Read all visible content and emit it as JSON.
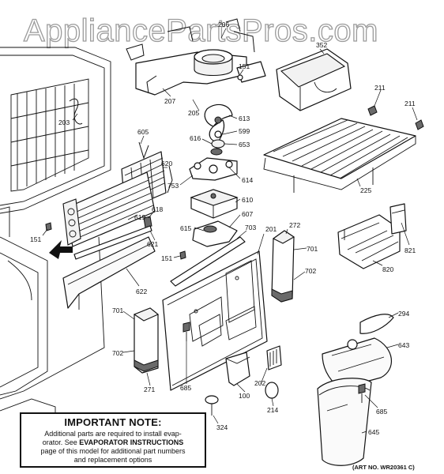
{
  "watermark": "AppliancePartsPros.com",
  "art_number": "(ART NO. WR20361 C)",
  "note": {
    "title": "IMPORTANT NOTE:",
    "line1": "Additional parts are required to install evap-",
    "line2_pre": "orator.  See ",
    "line2_bold": "EVAPORATOR INSTRUCTIONS",
    "line3": "page of this model for additional part numbers",
    "line4": "and replacement options"
  },
  "callouts": {
    "c206": "206",
    "c151a": "151",
    "c352": "352",
    "c207": "207",
    "c205": "205",
    "c211a": "211",
    "c211b": "211",
    "c203": "203",
    "c613": "613",
    "c599": "599",
    "c605": "605",
    "c616": "616",
    "c653": "653",
    "c620": "620",
    "c753": "753",
    "c614": "614",
    "c225": "225",
    "c610": "610",
    "c619": "619",
    "c618": "618",
    "c607": "607",
    "c151b": "151",
    "c615": "615",
    "c621": "621",
    "c703": "703",
    "c201": "201",
    "c272": "272",
    "c701a": "701",
    "c821": "821",
    "c151c": "151",
    "c820": "820",
    "c702a": "702",
    "c622": "622",
    "c701b": "701",
    "c294": "294",
    "c643": "643",
    "c702b": "702",
    "c271": "271",
    "c685a": "685",
    "c202": "202",
    "c100": "100",
    "c214": "214",
    "c685b": "685",
    "c324": "324",
    "c645": "645"
  }
}
